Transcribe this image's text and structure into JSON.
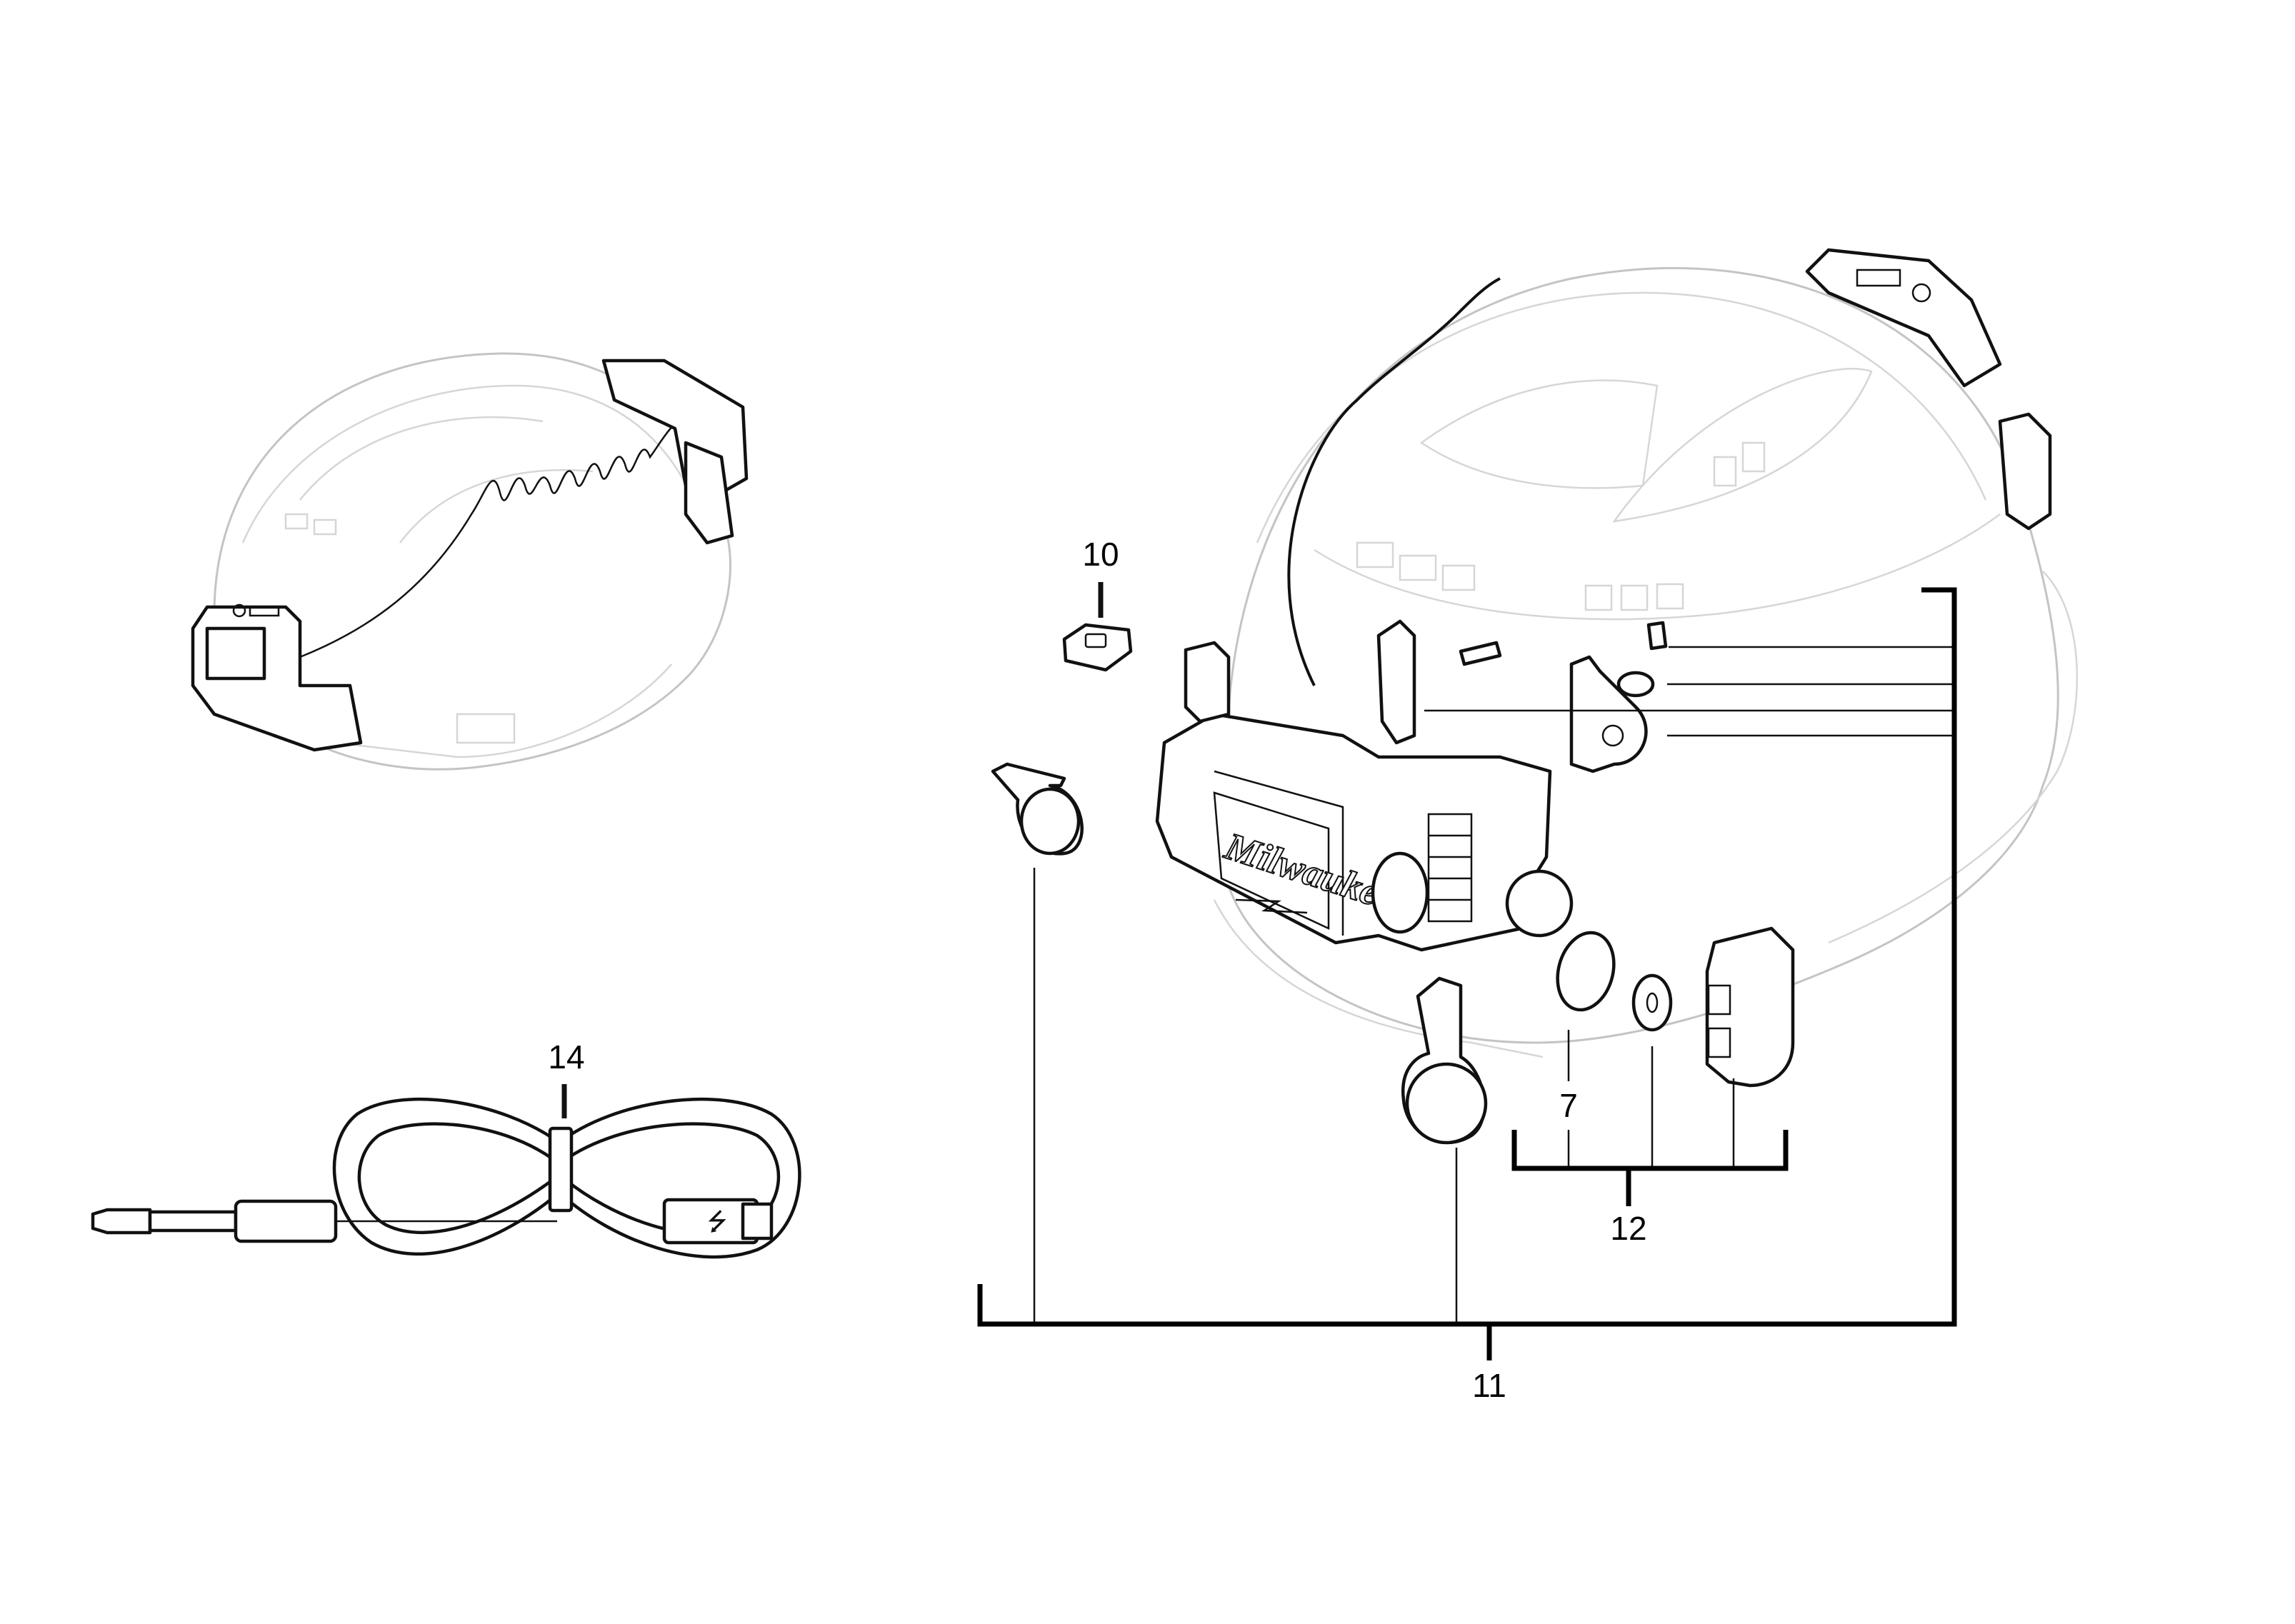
{
  "diagram": {
    "type": "exploded-parts-view",
    "brand_mark": "Milwaukee",
    "callouts": [
      {
        "id": "10",
        "label": "10"
      },
      {
        "id": "14",
        "label": "14"
      },
      {
        "id": "7",
        "label": "7"
      },
      {
        "id": "12",
        "label": "12"
      },
      {
        "id": "11",
        "label": "11"
      }
    ]
  }
}
